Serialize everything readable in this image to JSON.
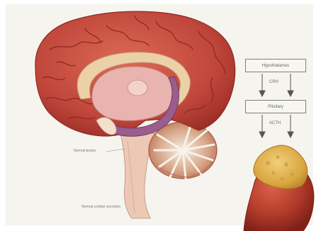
{
  "flowchart": {
    "top_box": "Hypothalamus",
    "hormone_1": "CRH",
    "middle_box": "Pituitary",
    "hormone_2": "ACTH"
  },
  "annotations": {
    "brain_label": "Normal brains",
    "caption": "Normal cortisol secretion"
  },
  "colors": {
    "cortex": "#c0463b",
    "cortex_light": "#d96452",
    "corpus_callosum": "#ecd0a8",
    "thalamus": "#e9b4b0",
    "fornix": "#9a5d8c",
    "cerebellum": "#c98a6c",
    "brainstem": "#ecc9b4",
    "adrenal": "#e2b24a",
    "kidney": "#b23a2a"
  }
}
